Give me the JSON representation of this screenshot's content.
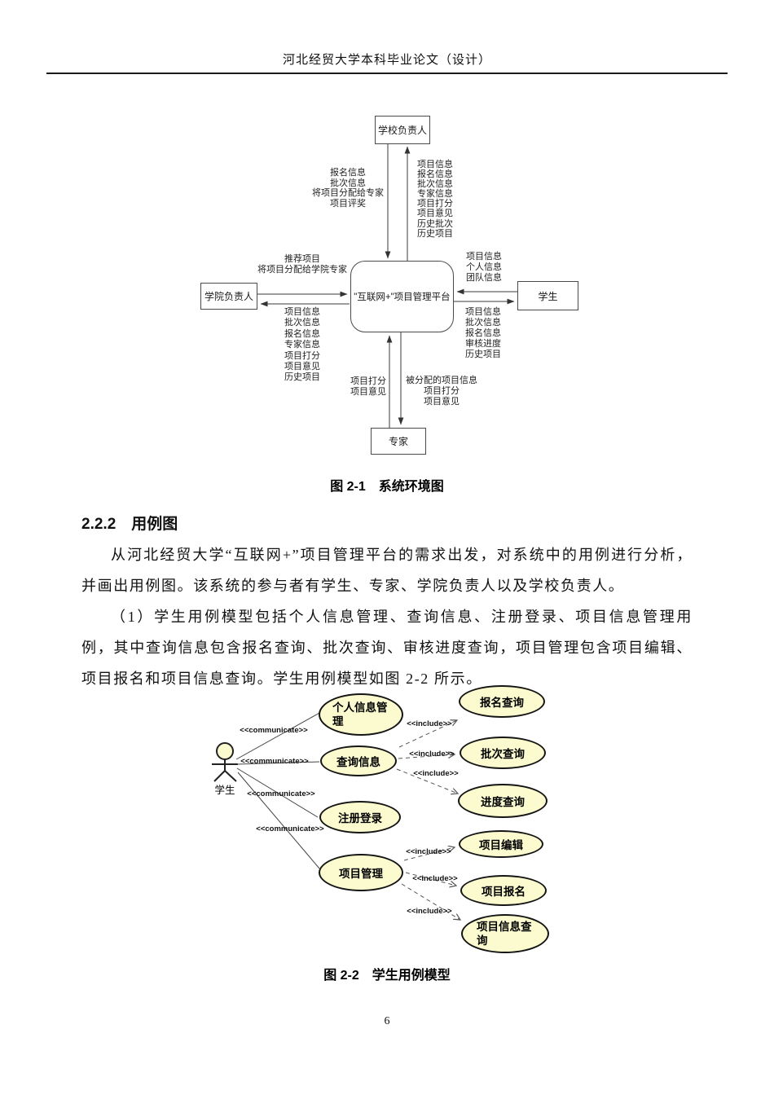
{
  "header": {
    "title": "河北经贸大学本科毕业论文（设计）"
  },
  "fig1": {
    "caption": "图 2-1　系统环境图",
    "nodes": {
      "school": "学校负责人",
      "college": "学院负责人",
      "student": "学生",
      "expert": "专家",
      "platform": "\"互联网+\"项目管理平台"
    },
    "flows": {
      "school_to_platform": "报名信息\n批次信息\n将项目分配给专家\n项目评奖",
      "platform_to_school": "项目信息\n报名信息\n批次信息\n专家信息\n项目打分\n项目意见\n历史批次\n历史项目",
      "college_to_platform": "推荐项目\n将项目分配给学院专家",
      "platform_to_college": "项目信息\n批次信息\n报名信息\n专家信息\n项目打分\n项目意见\n历史项目",
      "student_to_platform": "项目信息\n个人信息\n团队信息",
      "platform_to_student": "项目信息\n批次信息\n报名信息\n审核进度\n历史项目",
      "expert_to_platform": "项目打分\n项目意见",
      "platform_to_expert": "被分配的项目信息\n项目打分\n项目意见"
    }
  },
  "section": {
    "heading": "2.2.2　用例图"
  },
  "paragraphs": [
    "从河北经贸大学“互联网+”项目管理平台的需求出发，对系统中的用例进行分析，并画出用例图。该系统的参与者有学生、专家、学院负责人以及学校负责人。",
    "（1）学生用例模型包括个人信息管理、查询信息、注册登录、项目信息管理用例，其中查询信息包含报名查询、批次查询、审核进度查询，项目管理包含项目编辑、项目报名和项目信息查询。学生用例模型如图 2-2 所示。"
  ],
  "fig2": {
    "caption": "图 2-2　学生用例模型",
    "actor": "学生",
    "stereotypes": {
      "communicate": "<<communicate>>",
      "include": "<<include>>"
    },
    "usecases": {
      "profile": "个人信息管理",
      "query": "查询信息",
      "register": "注册登录",
      "project": "项目管理",
      "enroll_query": "报名查询",
      "batch_query": "批次查询",
      "progress_query": "进度查询",
      "project_edit": "项目编辑",
      "project_enroll": "项目报名",
      "project_info_query": "项目信息查询"
    },
    "colors": {
      "usecase_fill": "#FBFBCF"
    }
  },
  "footer": {
    "page_number": "6"
  }
}
